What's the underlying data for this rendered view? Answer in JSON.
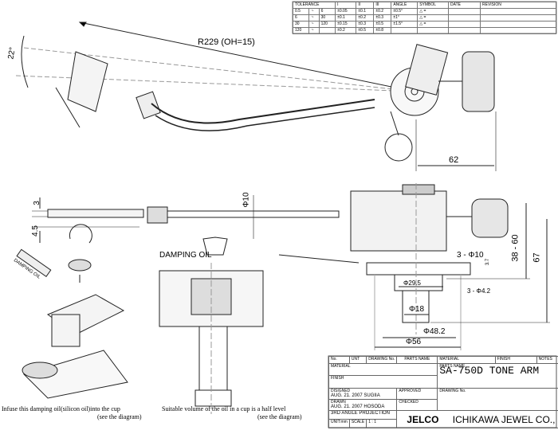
{
  "tolerance_table": {
    "headers": [
      "TOLERANCE",
      "I",
      "II",
      "III",
      "ANGLE",
      "SYMBOL",
      "DATE",
      "REVISION"
    ],
    "rows": [
      [
        "0.5",
        "~",
        "6",
        "±0.05",
        "±0.1",
        "±0.2",
        "±0.5°",
        "△ ="
      ],
      [
        "6",
        "~",
        "30",
        "±0.1",
        "±0.2",
        "±0.3",
        "±1°",
        "△ ="
      ],
      [
        "30",
        "~",
        "120",
        "±0.15",
        "±0.3",
        "±0.5",
        "±1.5°",
        "△ ="
      ],
      [
        "120",
        "~",
        "",
        "±0.2",
        "±0.5",
        "±0.8",
        "",
        ""
      ]
    ]
  },
  "dimensions": {
    "radius": "R229 (OH=15)",
    "angle": "22°",
    "d62": "62",
    "d3": "3",
    "d45": "4.5",
    "phi10": "Φ10",
    "d38_60": "38 - 60",
    "d67": "67",
    "holes10": "3 - Φ10",
    "d37": "3.7",
    "holes42": "3 - Φ4.2",
    "phi29_5": "Φ29.5",
    "phi18": "Φ18",
    "phi48_2": "Φ48.2",
    "phi56": "Φ56"
  },
  "labels": {
    "damping_oil": "DAMPING OIL",
    "bottle_label": "DAMPING OIL"
  },
  "captions": {
    "left_1": "Infuse this damping oil(silicon oil)into the cup",
    "left_2": "(see the diagram)",
    "right_1": "Suitable volume of the oil in a cup is a half level",
    "right_2": "(see the diagram)"
  },
  "title_block": {
    "headers": [
      "No.",
      "UNT",
      "DRAWING No.",
      "PARTS NAME",
      "MATERIAL",
      "FINISH",
      "NOTES"
    ],
    "material": "MATERIAL",
    "finish": "FINISH",
    "parts_name_label": "PARTS NAME",
    "parts_name": "SA-750D   TONE ARM",
    "designed_label": "DISIGNED",
    "designed": "AUG. 21. 2007  SUGIIA",
    "approved": "APPROVED",
    "drawn_label": "DRAWN",
    "drawn": "AUG. 21. 2007  HOSODA",
    "checked": "CHECKED",
    "drawing_no": "DRAWING No.",
    "projection": "3RD ANGLE PROJECTION",
    "unit": "UNIT:mm",
    "scale_label": "SCALE",
    "scale": "1 : 1",
    "brand": "JELCO",
    "company": "ICHIKAWA JEWEL CO., LTD."
  }
}
